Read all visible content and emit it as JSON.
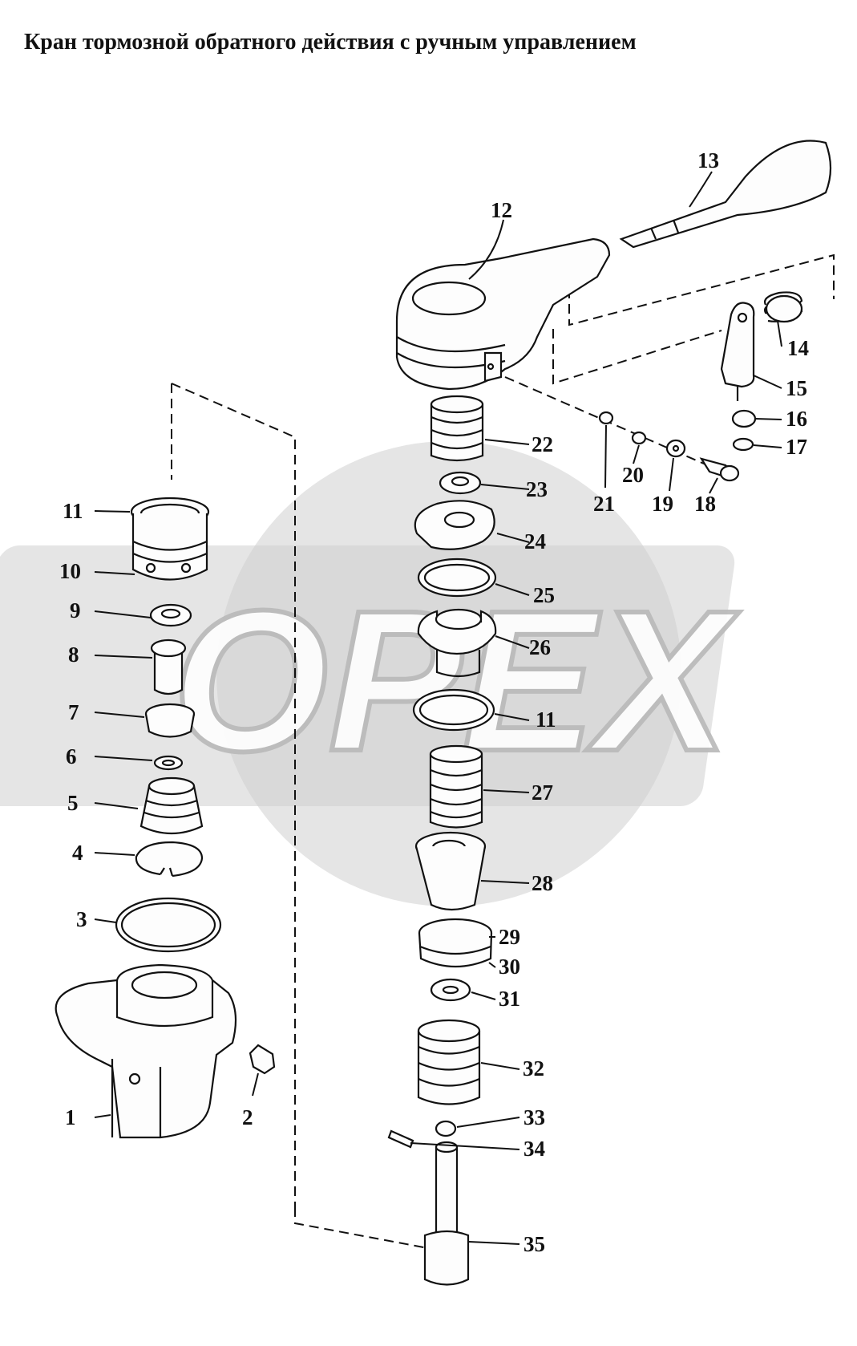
{
  "title": "Кран тормозной обратного действия с ручным управлением",
  "watermark": "OPEX",
  "labels": [
    "1",
    "2",
    "3",
    "4",
    "5",
    "6",
    "7",
    "8",
    "9",
    "10",
    "11",
    "12",
    "13",
    "14",
    "15",
    "16",
    "17",
    "18",
    "19",
    "20",
    "21",
    "22",
    "23",
    "24",
    "25",
    "26",
    "11",
    "27",
    "28",
    "29",
    "30",
    "31",
    "32",
    "33",
    "34",
    "35"
  ]
}
